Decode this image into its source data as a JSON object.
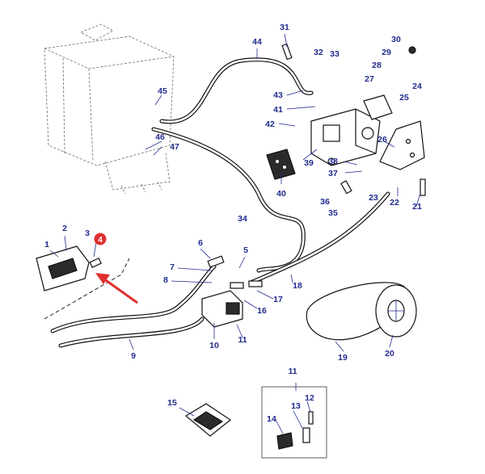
{
  "diagram": {
    "highlight_color": "#e03030",
    "label_color": "#1f2a8c",
    "highlighted_part": "4",
    "part_labels": [
      "1",
      "2",
      "3",
      "5",
      "6",
      "7",
      "8",
      "9",
      "10",
      "11",
      "12",
      "13",
      "14",
      "15",
      "16",
      "17",
      "18",
      "19",
      "20",
      "21",
      "22",
      "23",
      "24",
      "25",
      "26",
      "27",
      "28",
      "29",
      "30",
      "31",
      "32",
      "33",
      "34",
      "35",
      "36",
      "37",
      "38",
      "39",
      "40",
      "41",
      "42",
      "43",
      "44",
      "45",
      "46",
      "47"
    ]
  }
}
